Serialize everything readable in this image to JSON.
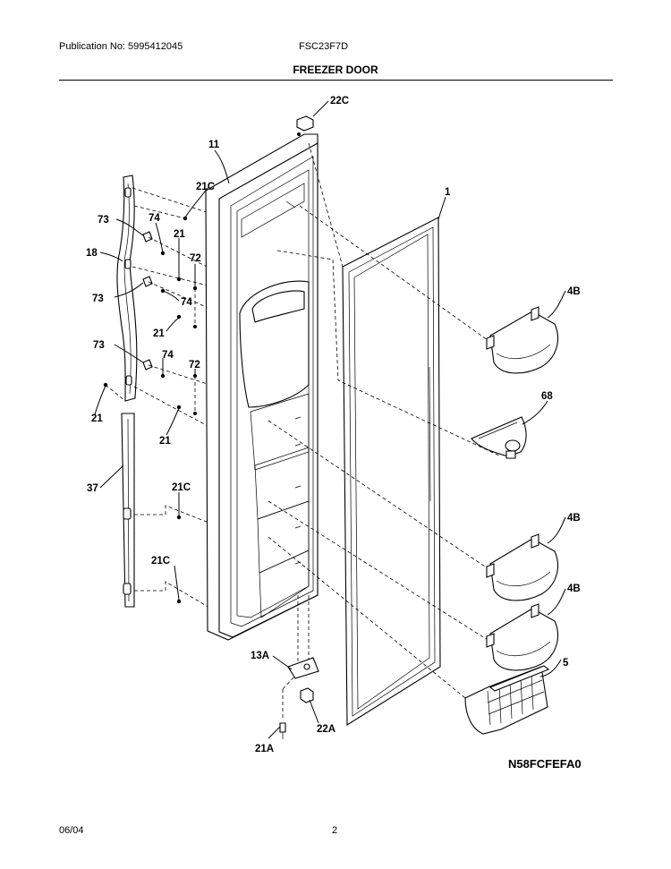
{
  "header": {
    "publication": "Publication No: 5995412045",
    "model": "FSC23F7D",
    "title": "FREEZER DOOR"
  },
  "footer": {
    "date": "06/04",
    "page": "2"
  },
  "diagram": {
    "code": "N58FCFEFA0",
    "labels": {
      "l22c": "22C",
      "l11": "11",
      "l21c_top": "21C",
      "l1": "1",
      "l73a": "73",
      "l74a": "74",
      "l21a": "21",
      "l18": "18",
      "l72a": "72",
      "l73b": "73",
      "l74b": "74",
      "l21b": "21",
      "l4b_a": "4B",
      "l73c": "73",
      "l74c": "74",
      "l72b": "72",
      "l68": "68",
      "l21d": "21",
      "l21e": "21",
      "l37": "37",
      "l21c_mid": "21C",
      "l4b_b": "4B",
      "l21c_low": "21C",
      "l4b_c": "4B",
      "l13a": "13A",
      "l5": "5",
      "l22a": "22A",
      "l21a_bottom": "21A"
    }
  }
}
